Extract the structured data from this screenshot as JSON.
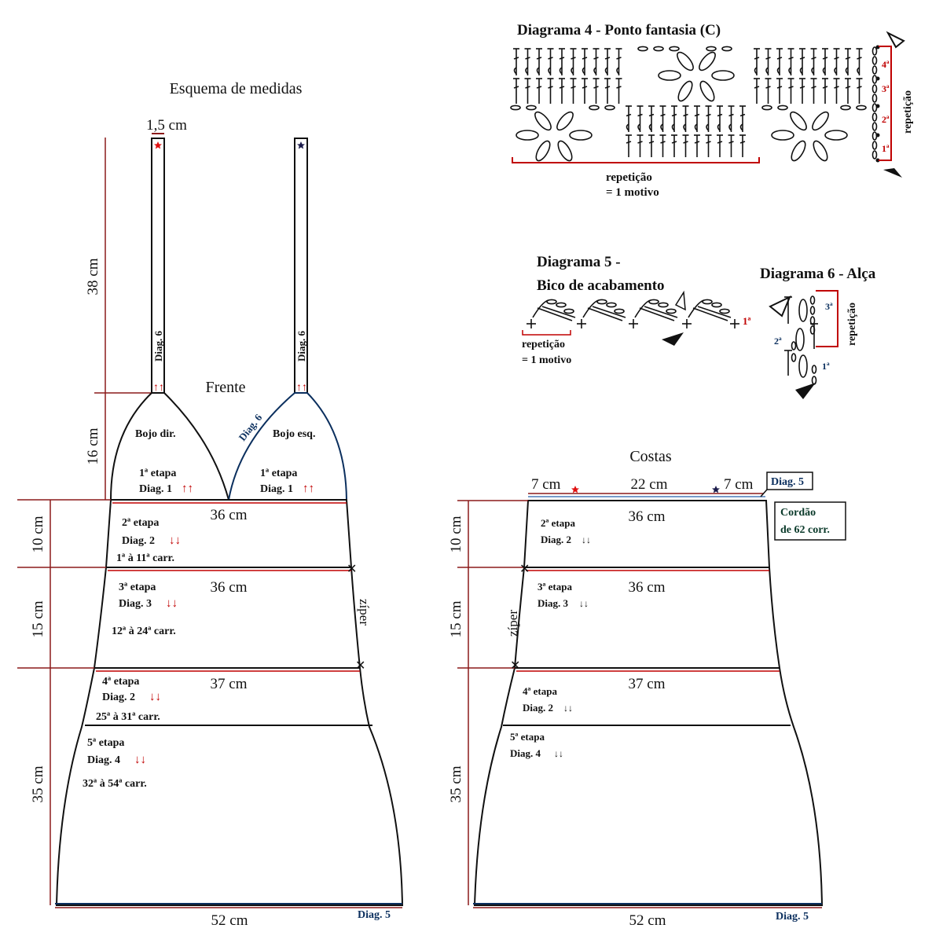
{
  "front": {
    "title": "Esquema de medidas",
    "strap_width": "1,5 cm",
    "strap_height": "38 cm",
    "cup_height": "16 cm",
    "panel_label": "Frente",
    "strap_diag": "Diag. 6",
    "cup_edge_diag": "Diag. 6",
    "cup_right": "Bojo dir.",
    "cup_left": "Bojo esq.",
    "cup_stage": "1ª etapa",
    "cup_diag": "Diag. 1",
    "rows": [
      {
        "height": "10 cm",
        "width": "36 cm",
        "stage": "2ª etapa",
        "diag": "Diag. 2",
        "rows": "1ª à 11ª carr."
      },
      {
        "height": "15 cm",
        "width": "36 cm",
        "stage": "3ª etapa",
        "diag": "Diag. 3",
        "rows": "12ª à 24ª carr."
      },
      {
        "height": "35 cm",
        "width": "37 cm",
        "stage": "4ª etapa",
        "diag": "Diag. 2",
        "rows": "25ª à 31ª carr."
      },
      {
        "stage": "5ª etapa",
        "diag": "Diag. 4",
        "rows": "32ª à 54ª carr."
      }
    ],
    "bottom_width": "52 cm",
    "bottom_diag": "Diag. 5",
    "zipper": "zíper"
  },
  "back": {
    "title": "Costas",
    "top_left": "7 cm",
    "top_mid": "22 cm",
    "top_right": "7 cm",
    "top_diag": "Diag. 5",
    "cord_note_1": "Cordão",
    "cord_note_2": "de 62 corr.",
    "rows": [
      {
        "height": "10 cm",
        "width": "36 cm",
        "stage": "2ª etapa",
        "diag": "Diag. 2"
      },
      {
        "height": "15 cm",
        "width": "36 cm",
        "stage": "3ª etapa",
        "diag": "Diag. 3"
      },
      {
        "height": "35 cm",
        "width": "37 cm",
        "stage": "4ª etapa",
        "diag": "Diag. 2"
      },
      {
        "stage": "5ª etapa",
        "diag": "Diag. 4"
      }
    ],
    "bottom_width": "52 cm",
    "bottom_diag": "Diag. 5",
    "zipper": "zíper"
  },
  "diagram4": {
    "title": "Diagrama 4 - Ponto fantasia (C)",
    "rows": [
      "4ª",
      "3ª",
      "2ª",
      "1ª"
    ],
    "repeat_side": "repetição",
    "repeat_bottom_1": "repetição",
    "repeat_bottom_2": "= 1 motivo"
  },
  "diagram5": {
    "title_1": "Diagrama 5 -",
    "title_2": "Bico de acabamento",
    "row": "1ª",
    "repeat_1": "repetição",
    "repeat_2": "= 1 motivo"
  },
  "diagram6": {
    "title": "Diagrama 6 - Alça",
    "rows": [
      "3ª",
      "2ª",
      "1ª"
    ],
    "repeat": "repetição"
  },
  "colors": {
    "dimension_line": "#8b1a1a",
    "outline": "#111111",
    "accent_red": "#c00000",
    "accent_blue": "#0b2f5e"
  },
  "arrows": {
    "up": "↑↑",
    "down": "↓↓"
  }
}
